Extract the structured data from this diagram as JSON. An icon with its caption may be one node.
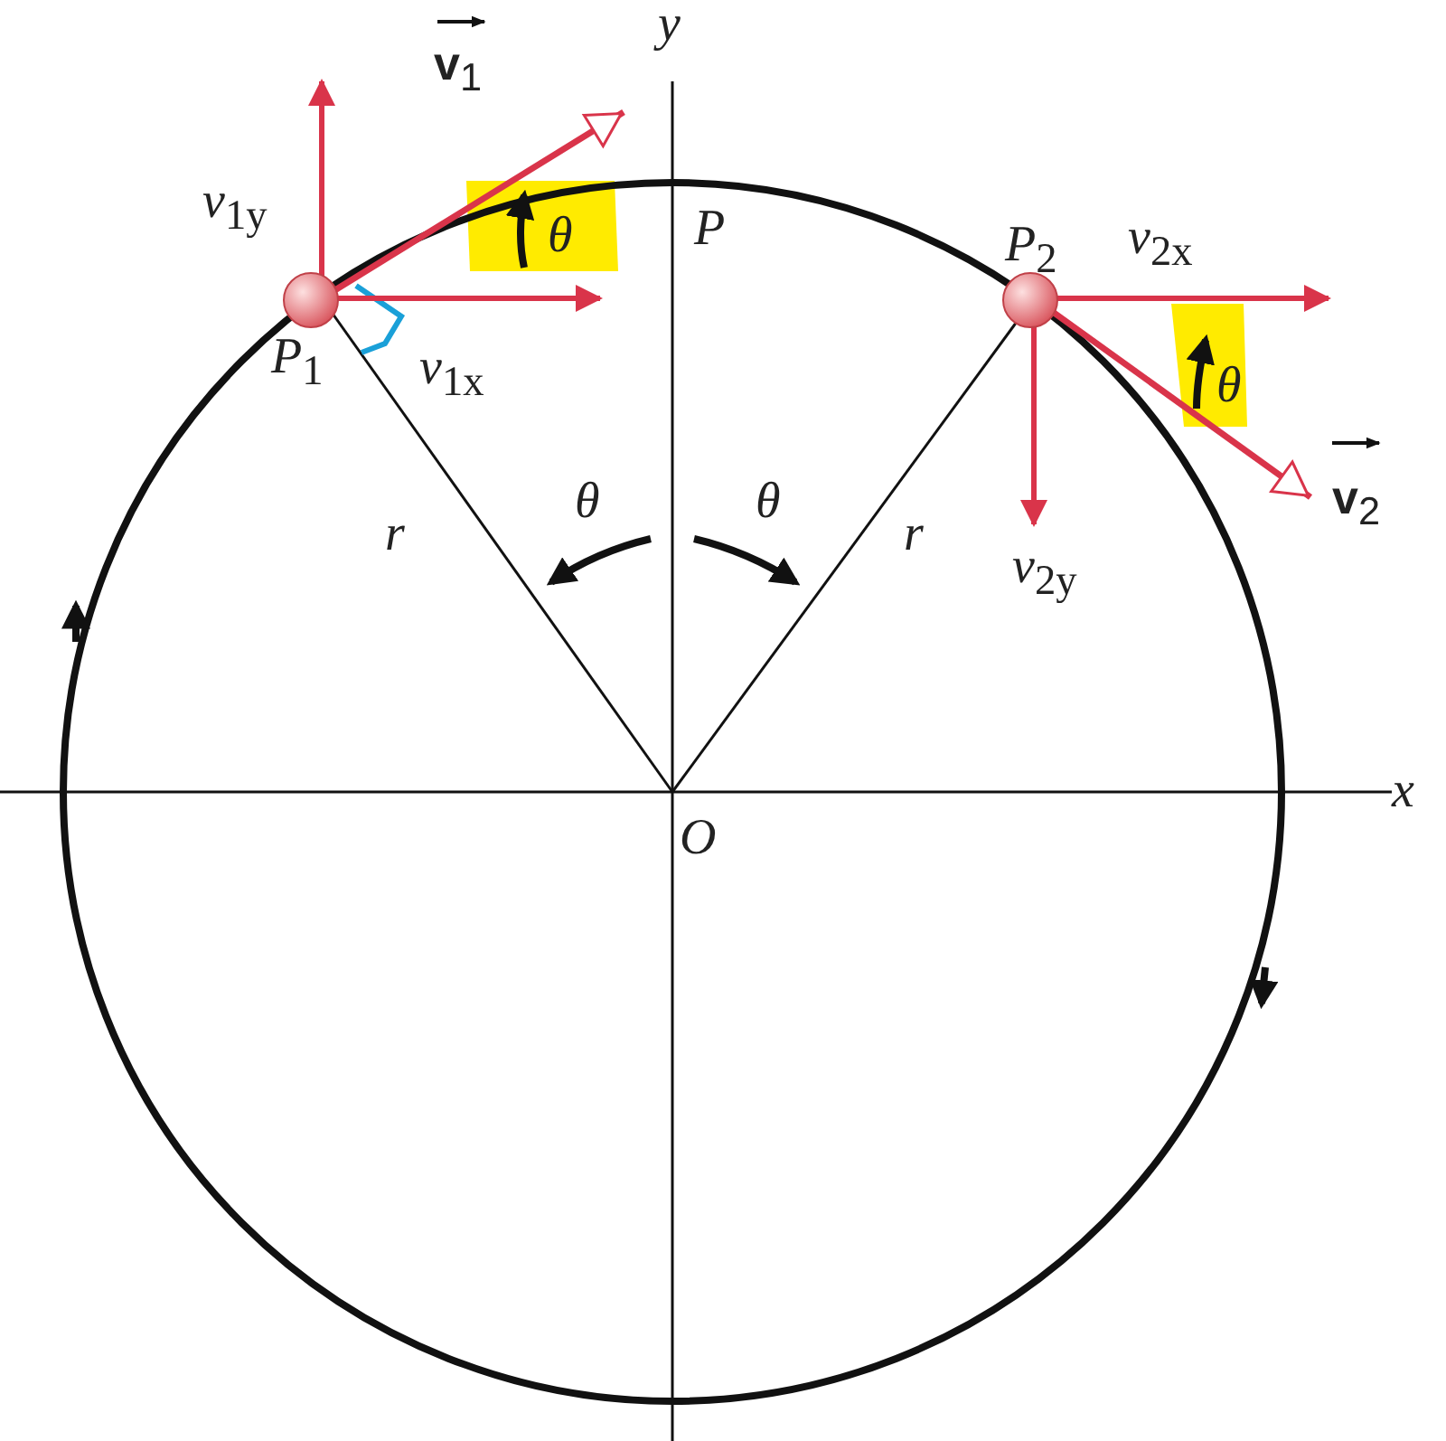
{
  "diagram": {
    "labels": [
      "**v**$_{1}$",
      "y",
      "*v*$_{1y}$",
      "θ",
      "P",
      "*P*$_{2}$",
      "*v*$_{2x}$",
      "*P*$_{1}$",
      "*v*$_{1x}$",
      "θ",
      "θ",
      "θ",
      "r",
      "r",
      "**v**$_{2}$",
      "*v*$_{2y}$",
      "x",
      "O"
    ]
  }
}
